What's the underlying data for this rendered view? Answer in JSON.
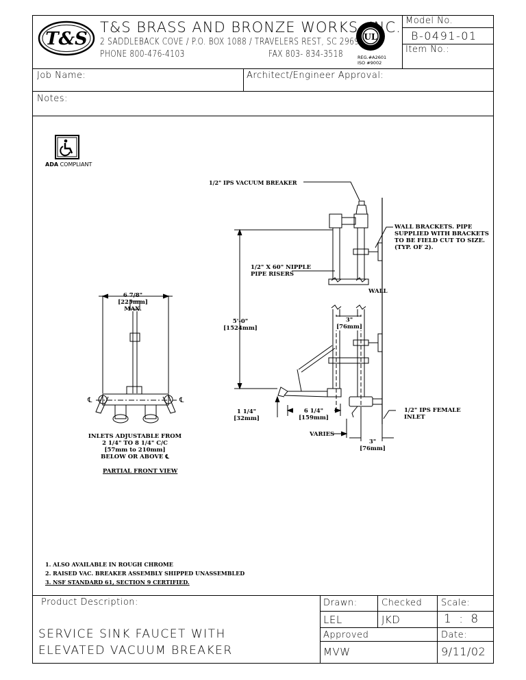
{
  "company": {
    "logo_text": "T&S",
    "name": "T&S BRASS AND BRONZE WORKS, INC.",
    "address": "2 SADDLEBACK COVE / P.O. BOX 1088 / TRAVELERS REST, SC 29690",
    "phone": "PHONE 800-476-4103",
    "fax": "FAX  803- 834-3518",
    "ul_text": "UL",
    "reg": "REG.#A2601",
    "iso": "ISO #9002"
  },
  "model": {
    "label": "Model No.",
    "value": "B-0491-01",
    "item_label": "Item No.:"
  },
  "job_name_label": "Job Name:",
  "architect_label": "Architect/Engineer Approval:",
  "notes_label": "Notes:",
  "ada": {
    "label_bold": "ADA",
    "label_rest": " COMPLIANT"
  },
  "drawing": {
    "vacuum_breaker": "1/2\" IPS VACUUM BREAKER",
    "wall_brackets": [
      "WALL BRACKETS. PIPE",
      "SUPPLIED WITH BRACKETS",
      "TO BE FIELD CUT TO SIZE.",
      "(TYP. OF 2)."
    ],
    "nipple": [
      "1/2\" X 60\" NIPPLE",
      "PIPE RISERS"
    ],
    "wall": "WALL",
    "width_dim": [
      "6 7/8\"",
      "[225mm]",
      "MAX."
    ],
    "height_dim": [
      "5'-0\"",
      "[1524mm]"
    ],
    "riser_gap": [
      "3\"",
      "[76mm]"
    ],
    "bottom_dim": [
      "1 1/4\"",
      "[32mm]"
    ],
    "spout_dim": [
      "6 1/4\"",
      "[159mm]"
    ],
    "female_inlet": [
      "1/2\" IPS FEMALE",
      "INLET"
    ],
    "varies": "VARIES",
    "wall_offset": [
      "3\"",
      "[76mm]"
    ],
    "inlets": [
      "INLETS ADJUSTABLE FROM",
      "2 1/4\" TO 8 1/4\" C/C",
      "[57mm to 210mm]",
      "BELOW OR ABOVE ℄"
    ],
    "partial_front_view": "PARTIAL FRONT VIEW"
  },
  "footnotes": [
    "1. ALSO AVAILABLE IN ROUGH CHROME",
    "2. RAISED VAC. BREAKER ASSEMBLY SHIPPED UNASSEMBLED",
    "3. NSF STANDARD 61, SECTION 9 CERTIFIED."
  ],
  "title_block": {
    "product_description_label": "Product Description:",
    "description": [
      "SERVICE SINK FAUCET WITH",
      "ELEVATED VACUUM BREAKER"
    ],
    "drawn_label": "Drawn:",
    "drawn_value": "LEL",
    "checked_label": "Checked",
    "checked_value": "JKD",
    "scale_label": "Scale:",
    "scale_value": "1 : 8",
    "approved_label": "Approved",
    "approved_value": "MVW",
    "date_label": "Date:",
    "date_value": "9/11/02"
  }
}
